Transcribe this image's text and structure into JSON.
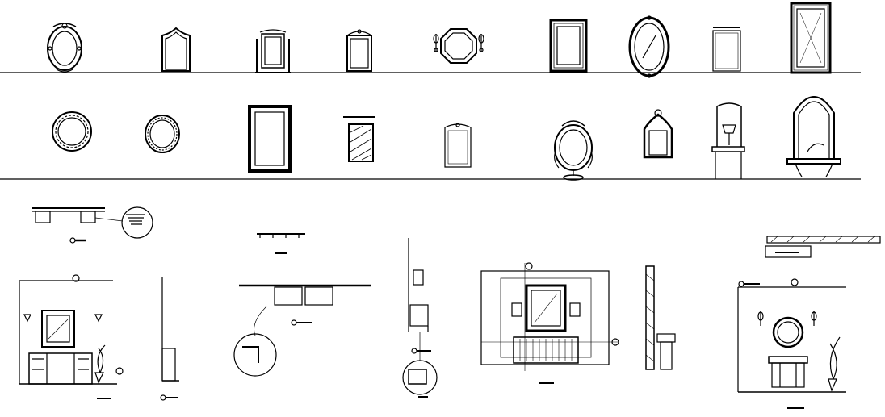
{
  "sheet": {
    "background": "#ffffff",
    "ink": "#000000",
    "rows": [
      {
        "id": "row-1",
        "items": [
          "ornate-oval-mirror",
          "arched-top-mirror",
          "cheval-mirror",
          "crested-mirror",
          "octagonal-mirror-with-sconces",
          "framed-rectangular-mirror",
          "oval-beveled-mirror",
          "shelf-top-mirror",
          "tall-carved-mirror"
        ]
      },
      {
        "id": "row-2",
        "items": [
          "sunburst-round-mirror",
          "oval-wall-mirror",
          "bold-rectangular-mirror",
          "diagonal-etched-mirror",
          "hanging-plaque-mirror",
          "tabletop-vanity-mirror",
          "baroque-mirror",
          "console-lamp-mirror",
          "arched-console-mirror"
        ]
      }
    ],
    "drawings": [
      "detail-section-a",
      "detail-section-b",
      "vanity-elevation",
      "vanity-side-section",
      "ceiling-rail-section",
      "wall-section",
      "mirror-wall-elevation",
      "wall-profile-section",
      "round-mirror-vanity-elevation"
    ]
  }
}
